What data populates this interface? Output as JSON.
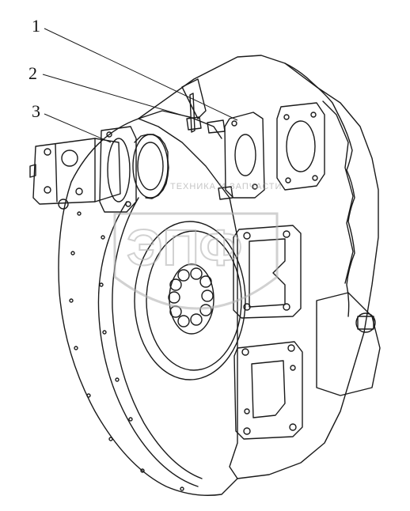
{
  "diagram": {
    "callouts": [
      {
        "id": "1",
        "label": "1"
      },
      {
        "id": "2",
        "label": "2"
      },
      {
        "id": "3",
        "label": "3"
      }
    ],
    "watermark": {
      "logo_text": "ЭПФ",
      "caption": "ТЕХНИКА И ЗАПЧАСТИ"
    },
    "colors": {
      "line": "#1a1a1a",
      "watermark": "#b4b4b4"
    }
  }
}
